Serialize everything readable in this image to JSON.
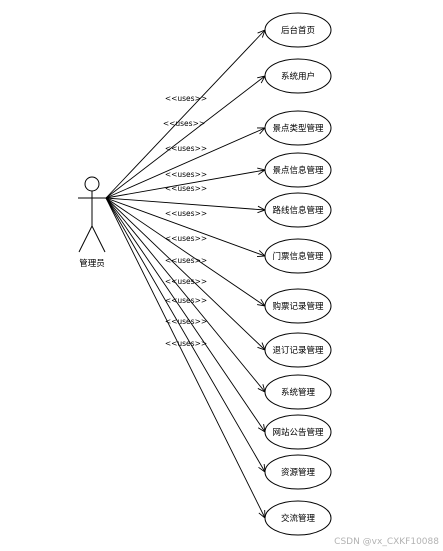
{
  "actor": {
    "name": "管理员"
  },
  "relation_label": "<<uses>>",
  "use_cases": [
    {
      "label": "后台首页"
    },
    {
      "label": "系统用户"
    },
    {
      "label": "景点类型管理"
    },
    {
      "label": "景点信息管理"
    },
    {
      "label": "路线信息管理"
    },
    {
      "label": "门票信息管理"
    },
    {
      "label": "购票记录管理"
    },
    {
      "label": "退订记录管理"
    },
    {
      "label": "系统管理"
    },
    {
      "label": "网站公告管理"
    },
    {
      "label": "资源管理"
    },
    {
      "label": "交流管理"
    }
  ],
  "watermark": "CSDN @vx_CXKF10088",
  "colors": {
    "line": "#000000",
    "ellipse_fill": "#ffffff",
    "watermark": "#b3b3b3"
  }
}
